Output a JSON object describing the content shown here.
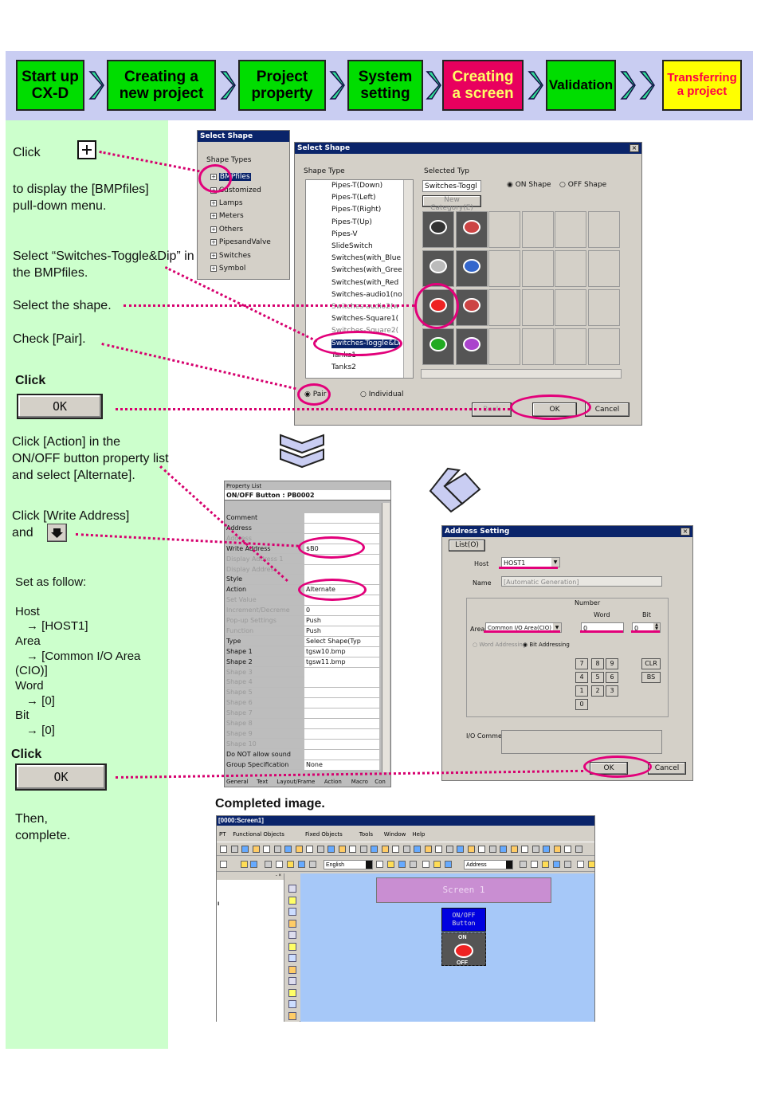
{
  "banner": {
    "steps": [
      {
        "label": "Start up\nCX-D",
        "color": "#00dd00"
      },
      {
        "label": "Creating a\nnew project",
        "color": "#00dd00"
      },
      {
        "label": "Project\nproperty",
        "color": "#00dd00"
      },
      {
        "label": "System\nsetting",
        "color": "#00dd00"
      },
      {
        "label": "Creating\na screen",
        "color": "#e8005e"
      },
      {
        "label": "Validation",
        "color": "#00dd00"
      },
      {
        "label": "Transferring\na project",
        "color": "#ffff00"
      }
    ]
  },
  "notes": {
    "click1": "Click",
    "display_bmp": "to display the [BMPfiles] pull-down menu.",
    "select_switch": "Select “Switches-Toggle&Dip” in the BMPfiles.",
    "select_shape": "Select the shape.",
    "check_pair": "Check [Pair].",
    "click2": "Click",
    "ok": "OK",
    "click_action": "Click [Action] in the ON/OFF button property list and select [Alternate].",
    "click_write": "Click [Write Address]",
    "and": "and",
    "set_follow": "Set as follow:",
    "host": "Host",
    "host_val": "→ [HOST1]",
    "area": "Area",
    "area_val": "→ [Common I/O Area",
    "area_val2": "(CIO)]",
    "word": "Word",
    "word_val": "→ [0]",
    "bit": "Bit",
    "bit_val": "→ [0]",
    "click3": "Click",
    "ok2": "OK",
    "then": "Then,",
    "complete": "complete.",
    "completed_image": "Completed image."
  },
  "select_shape_small": {
    "title": "Select Shape",
    "group": "Shape Types",
    "items": [
      "BMPfiles",
      "Customized",
      "Lamps",
      "Meters",
      "Others",
      "PipesandValve",
      "Switches",
      "Symbol"
    ]
  },
  "select_shape_dialog": {
    "title": "Select Shape",
    "shape_type_label": "Shape Type",
    "selected_type_label": "Selected Typ",
    "selected_type_value": "Switches-Toggl",
    "new_category": "New Category(E)",
    "on_shape": "ON Shape",
    "off_shape": "OFF Shape",
    "list": [
      "Pipes-T(Down)",
      "Pipes-T(Left)",
      "Pipes-T(Right)",
      "Pipes-T(Up)",
      "Pipes-V",
      "SlideSwitch",
      "Switches(with_Blue",
      "Switches(with_Gree",
      "Switches(with_Red",
      "Switches-audio1(no",
      "Switches-audio2(w",
      "Switches-Square1(",
      "Switches-Square2(",
      "Switches-Toggle&D",
      "Tanks1",
      "Tanks2"
    ],
    "pair": "Pair",
    "individual": "Individual",
    "ok": "OK",
    "cancel": "Cancel",
    "back": "Back"
  },
  "property_list": {
    "title": "Property List",
    "subtitle": "ON/OFF Button : PB0002",
    "rows": [
      {
        "k": "Comment",
        "v": ""
      },
      {
        "k": "Address",
        "v": ""
      },
      {
        "k": "Address",
        "v": ""
      },
      {
        "k": "Write Address",
        "v": "$B0"
      },
      {
        "k": "Display Address 1",
        "v": ""
      },
      {
        "k": "Display Address",
        "v": ""
      },
      {
        "k": "Style",
        "v": ""
      },
      {
        "k": "Action",
        "v": "Alternate"
      },
      {
        "k": "Set Value",
        "v": ""
      },
      {
        "k": "Increment/Decreme",
        "v": "0"
      },
      {
        "k": "Pop-up Settings",
        "v": "Push"
      },
      {
        "k": "Function",
        "v": "Push"
      },
      {
        "k": "Type",
        "v": "Select Shape(Typ"
      },
      {
        "k": "Shape 1",
        "v": "tgsw10.bmp"
      },
      {
        "k": "Shape 2",
        "v": "tgsw11.bmp"
      },
      {
        "k": "Shape 3",
        "v": ""
      },
      {
        "k": "Shape 4",
        "v": ""
      },
      {
        "k": "Shape 5",
        "v": ""
      },
      {
        "k": "Shape 6",
        "v": ""
      },
      {
        "k": "Shape 7",
        "v": ""
      },
      {
        "k": "Shape 8",
        "v": ""
      },
      {
        "k": "Shape 9",
        "v": ""
      },
      {
        "k": "Shape 10",
        "v": ""
      },
      {
        "k": "Do NOT allow sound",
        "v": ""
      },
      {
        "k": "Group Specification",
        "v": "None"
      }
    ],
    "tabs": [
      "General",
      "Text",
      "Layout/Frame",
      "Action",
      "Macro",
      "Con"
    ]
  },
  "address_setting": {
    "title": "Address Setting",
    "list_btn": "List(O)",
    "host_label": "Host",
    "host_value": "HOST1",
    "name_label": "Name",
    "name_value": "[Automatic Generation]",
    "number_label": "Number",
    "word_label": "Word",
    "bit_label": "Bit",
    "area_label": "Area",
    "area_value": "Common I/O Area(CIO)",
    "word_value": "0",
    "bit_value": "0",
    "word_addressing": "Word Addressing",
    "bit_addressing": "Bit Addressing",
    "keys": [
      "7",
      "8",
      "9",
      "4",
      "5",
      "6",
      "1",
      "2",
      "3",
      "0"
    ],
    "clr": "CLR",
    "bs": "BS",
    "io_comment": "I/O Comment",
    "ok": "OK",
    "cancel": "Cancel"
  },
  "completed": {
    "title": "[0000:Screen1]",
    "menu": [
      "PT",
      "Functional Objects",
      "Fixed Objects",
      "Tools",
      "Window",
      "Help"
    ],
    "lang": "English",
    "address": "Address",
    "screen_label": "Screen 1",
    "button_label": "ON/OFF\nButton",
    "on": "ON",
    "off": "OFF"
  }
}
